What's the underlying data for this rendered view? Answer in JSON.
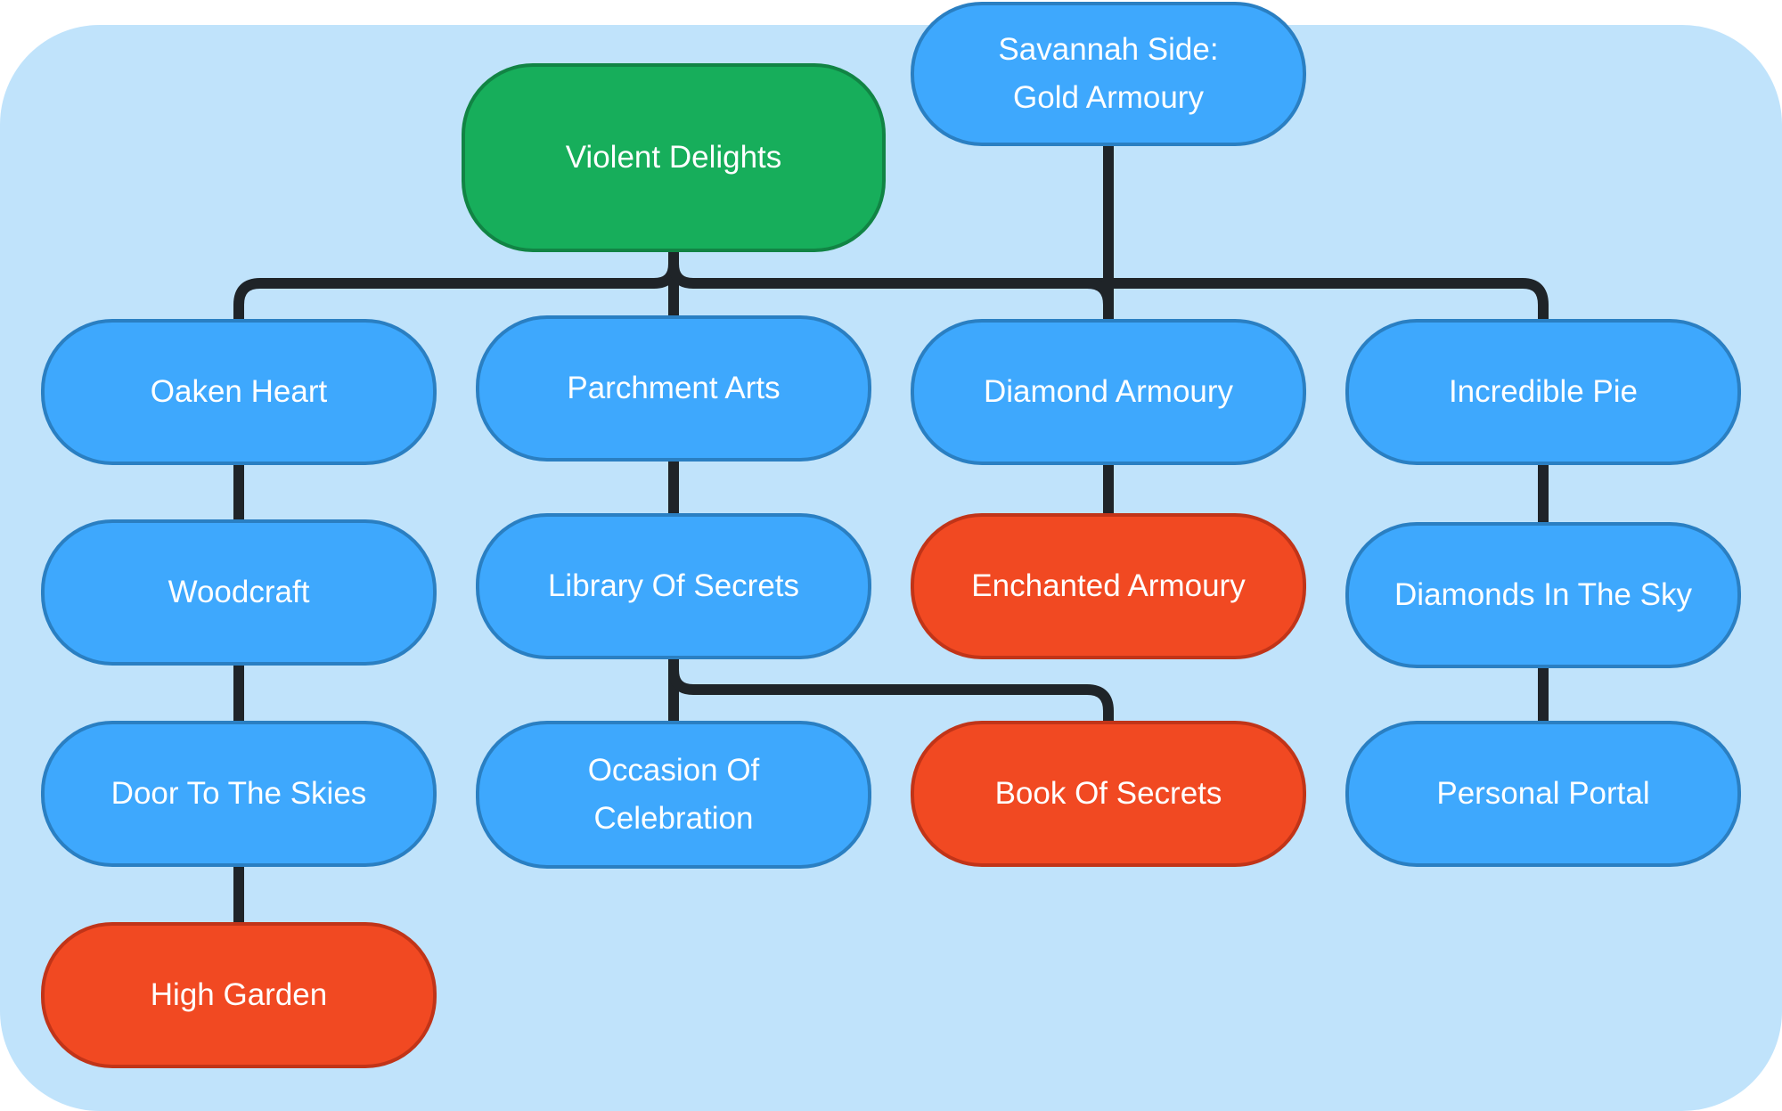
{
  "colors": {
    "panel": "#c0e3fb",
    "blue": "#3ea8fd",
    "green": "#17ae5b",
    "red": "#f14922",
    "connector": "#1f2428"
  },
  "nodes": {
    "savannah_side": "Savannah Side:\nGold Armoury",
    "violent_delights": "Violent Delights",
    "oaken_heart": "Oaken Heart",
    "parchment_arts": "Parchment Arts",
    "diamond_armoury": "Diamond Armoury",
    "incredible_pie": "Incredible Pie",
    "woodcraft": "Woodcraft",
    "library_of_secrets": "Library Of Secrets",
    "enchanted_armoury": "Enchanted Armoury",
    "diamonds_in_the_sky": "Diamonds In The Sky",
    "door_to_the_skies": "Door To The Skies",
    "occasion_of_celebration": "Occasion Of\nCelebration",
    "book_of_secrets": "Book Of Secrets",
    "personal_portal": "Personal Portal",
    "high_garden": "High Garden"
  },
  "edges": [
    [
      "violent_delights",
      "oaken_heart"
    ],
    [
      "violent_delights",
      "parchment_arts"
    ],
    [
      "violent_delights",
      "diamond_armoury"
    ],
    [
      "violent_delights",
      "incredible_pie"
    ],
    [
      "savannah_side",
      "diamond_armoury"
    ],
    [
      "oaken_heart",
      "woodcraft"
    ],
    [
      "woodcraft",
      "door_to_the_skies"
    ],
    [
      "door_to_the_skies",
      "high_garden"
    ],
    [
      "parchment_arts",
      "library_of_secrets"
    ],
    [
      "library_of_secrets",
      "occasion_of_celebration"
    ],
    [
      "library_of_secrets",
      "book_of_secrets"
    ],
    [
      "diamond_armoury",
      "enchanted_armoury"
    ],
    [
      "incredible_pie",
      "diamonds_in_the_sky"
    ],
    [
      "diamonds_in_the_sky",
      "personal_portal"
    ]
  ]
}
